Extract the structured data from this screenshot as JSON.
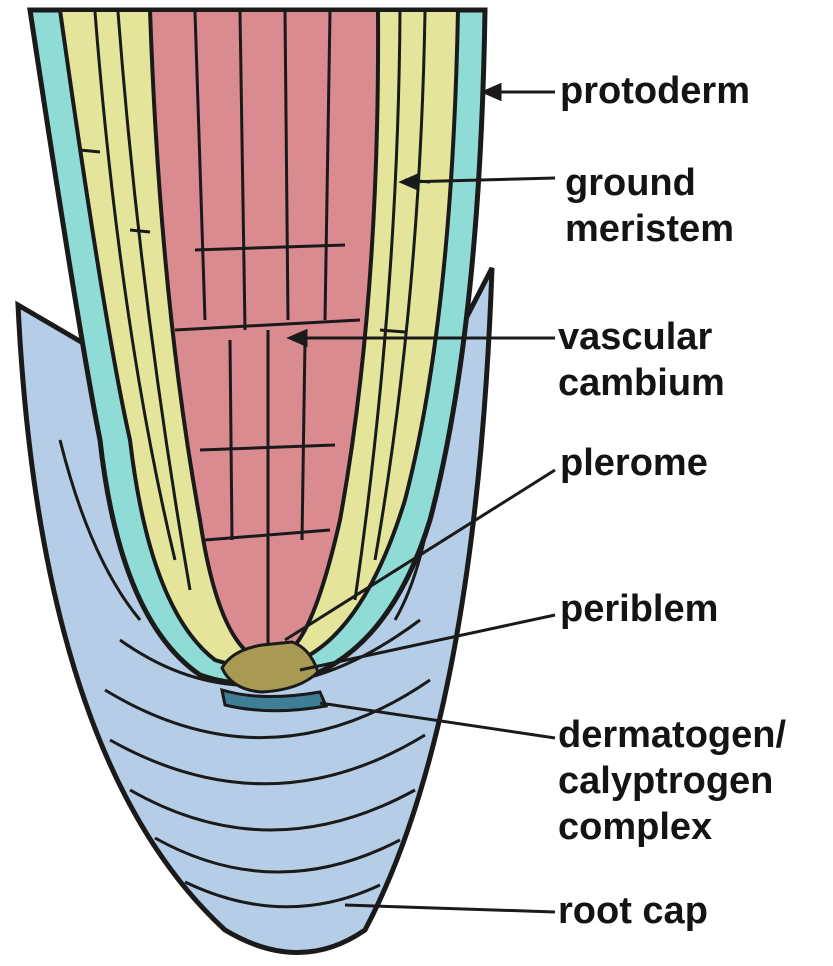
{
  "labels": {
    "protoderm": "protoderm",
    "ground_meristem": [
      "ground",
      "meristem"
    ],
    "vascular_cambium": [
      "vascular",
      "cambium"
    ],
    "plerome": "plerome",
    "periblem": "periblem",
    "dermatogen_calyptrogen": [
      "dermatogen/",
      "calyptrogen",
      "complex"
    ],
    "root_cap": "root cap"
  },
  "colors": {
    "root_cap": "#b5cde6",
    "protoderm": "#8fdcd6",
    "ground_meristem": "#e4e59a",
    "vascular_cylinder": "#d98b8f",
    "periblem": "#a89a52",
    "dermatogen": "#3e7f97",
    "outline": "#1a1a1a"
  }
}
